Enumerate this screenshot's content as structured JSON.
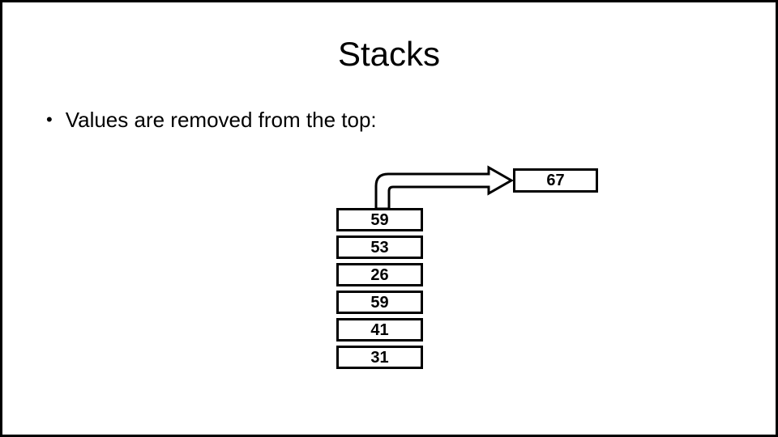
{
  "slide": {
    "title": "Stacks",
    "bullet": {
      "marker": "•",
      "text": "Values are removed from the top:"
    },
    "diagram": {
      "popped_value": "67",
      "stack_values": [
        "59",
        "53",
        "26",
        "59",
        "41",
        "31"
      ],
      "arrow_icon": "pop-arrow"
    },
    "colors": {
      "background": "#ffffff",
      "border": "#000000",
      "text": "#000000",
      "shape_fill": "#ffffff",
      "shape_stroke": "#000000"
    }
  }
}
